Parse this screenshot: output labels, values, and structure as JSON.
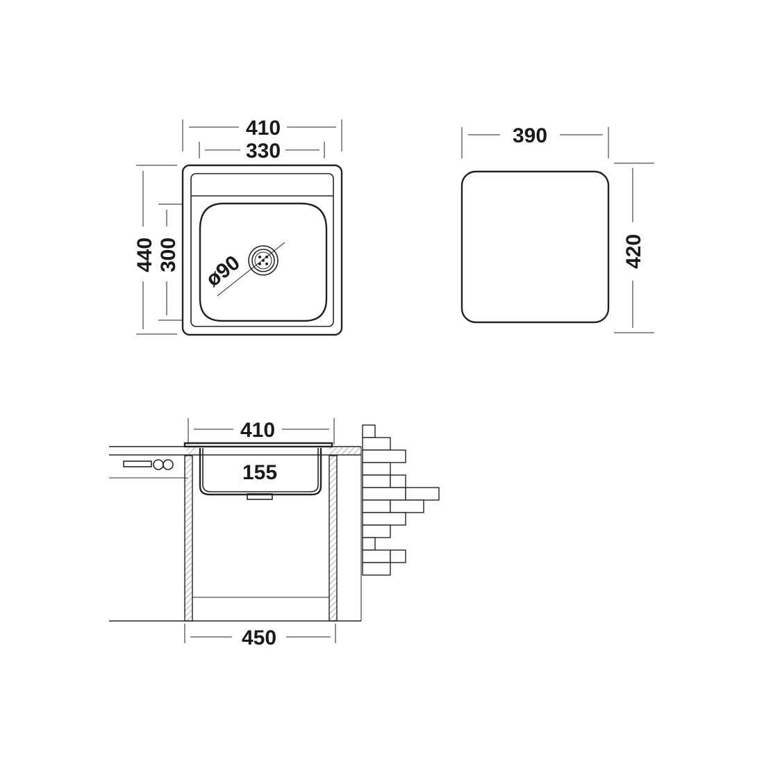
{
  "dimensions": {
    "top_outer_width": "410",
    "top_inner_width": "330",
    "outer_height": "440",
    "inner_height": "300",
    "drain_diameter": "ø90",
    "cutout_width": "390",
    "cutout_height": "420",
    "side_sink_width": "410",
    "side_depth": "155",
    "cabinet_width": "450"
  },
  "colors": {
    "line": "#222222",
    "text": "#1a1a1a",
    "background": "#ffffff",
    "hatch": "#777777"
  }
}
